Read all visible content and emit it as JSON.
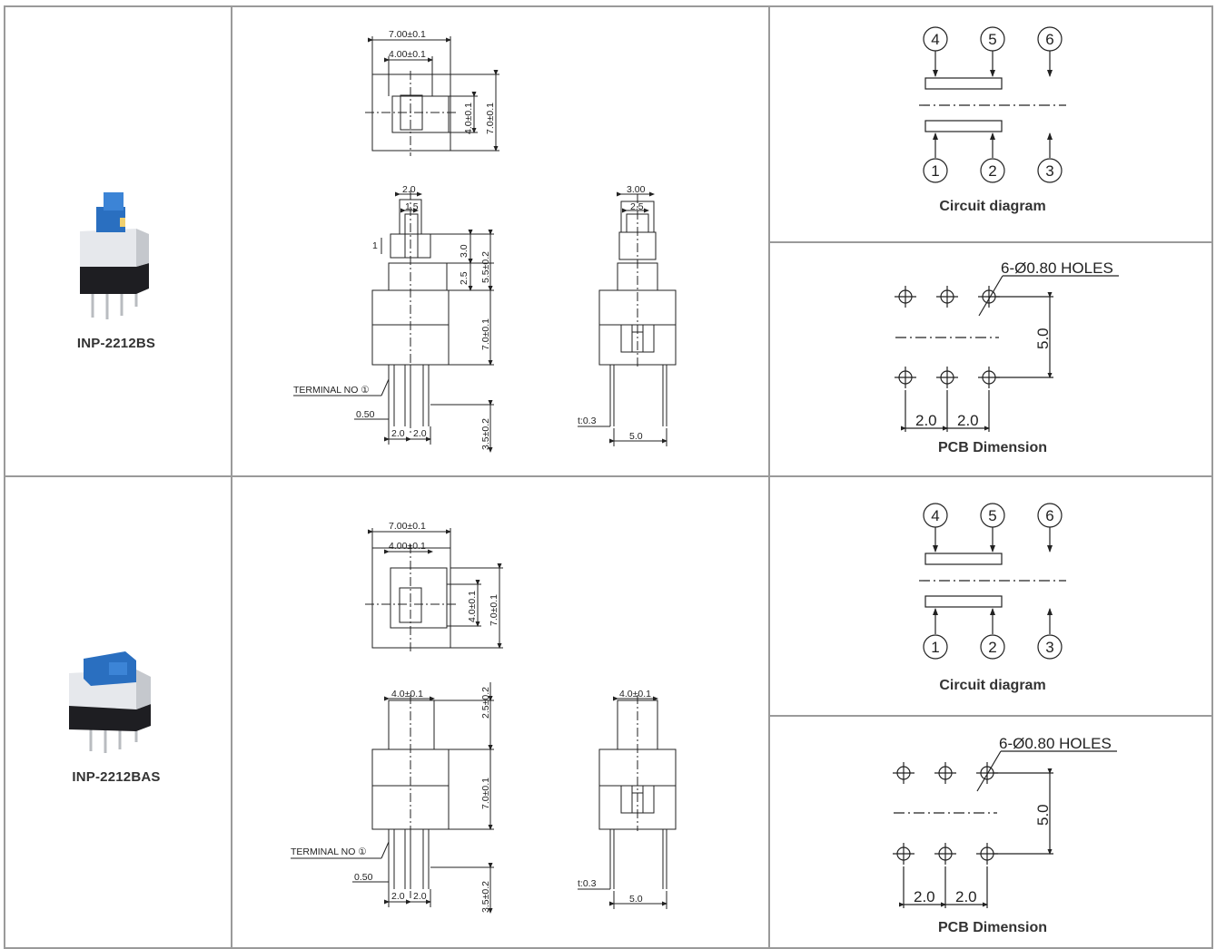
{
  "models": [
    {
      "name": "INP-2212BS",
      "top_view": {
        "width_dim": "7.00±0.1",
        "inner_width_dim": "4.00±0.1",
        "inner_height_dim": "4.0±0.1",
        "height_dim": "7.0±0.1"
      },
      "side_view": {
        "top_dims": [
          "2.0",
          "1.5"
        ],
        "small_dim": "1",
        "cap_dim": "3.0",
        "step_dim": "2.5",
        "overall_dim": "5.5±0.2",
        "body_dim": "7.0±0.1",
        "terminal_label": "TERMINAL NO ①",
        "pin_width": "0.50",
        "pitch_dims": [
          "2.0",
          "2.0"
        ],
        "pin_len_dim": "3.5±0.2"
      },
      "end_view": {
        "top_dims": [
          "3.00",
          "2.5"
        ],
        "thickness": "t:0.3",
        "pin_span": "5.0"
      }
    },
    {
      "name": "INP-2212BAS",
      "top_view": {
        "width_dim": "7.00±0.1",
        "inner_width_dim": "4.00±0.1",
        "inner_height_dim": "4.0±0.1",
        "height_dim": "7.0±0.1"
      },
      "side_view": {
        "top_dim": "4.0±0.1",
        "cap_dim": "2.5±0.2",
        "body_dim": "7.0±0.1",
        "terminal_label": "TERMINAL NO ①",
        "pin_width": "0.50",
        "pitch_dims": [
          "2.0",
          "2.0"
        ],
        "pin_len_dim": "3.5±0.2"
      },
      "end_view": {
        "top_dim": "4.0±0.1",
        "thickness": "t:0.3",
        "pin_span": "5.0"
      }
    }
  ],
  "circuit": {
    "title": "Circuit diagram",
    "top_pins": [
      "4",
      "5",
      "6"
    ],
    "bottom_pins": [
      "1",
      "2",
      "3"
    ]
  },
  "pcb": {
    "title": "PCB Dimension",
    "holes_label": "6-Ø0.80 HOLES",
    "row_spacing": "5.0",
    "pitch": [
      "2.0",
      "2.0"
    ]
  },
  "colors": {
    "cap_blue": "#2a6fc0",
    "housing_white": "#e6e8ec",
    "base_black": "#1e1e22",
    "grid": "#9a9a9a"
  }
}
